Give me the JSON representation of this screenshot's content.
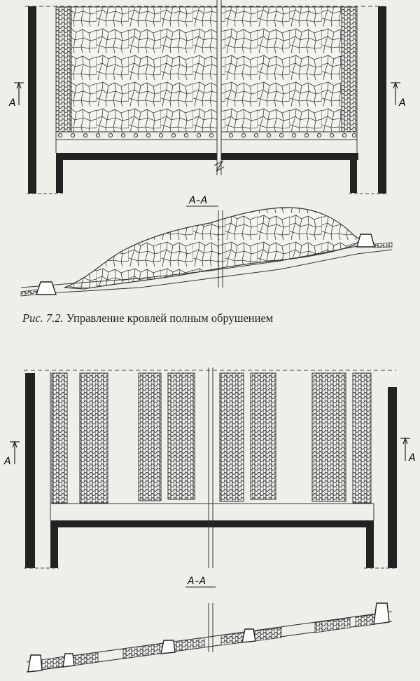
{
  "figure1": {
    "section_mark_left": "A",
    "section_mark_right": "A",
    "section_title": "А–А",
    "caption_prefix": "Рис. 7.2.",
    "caption_text": " Управление кровлей полным обрушением"
  },
  "figure2": {
    "section_mark_left": "A",
    "section_mark_right": "A",
    "section_title": "А–А"
  },
  "colors": {
    "paper": "#efefea",
    "ink": "#2a2a2a"
  }
}
